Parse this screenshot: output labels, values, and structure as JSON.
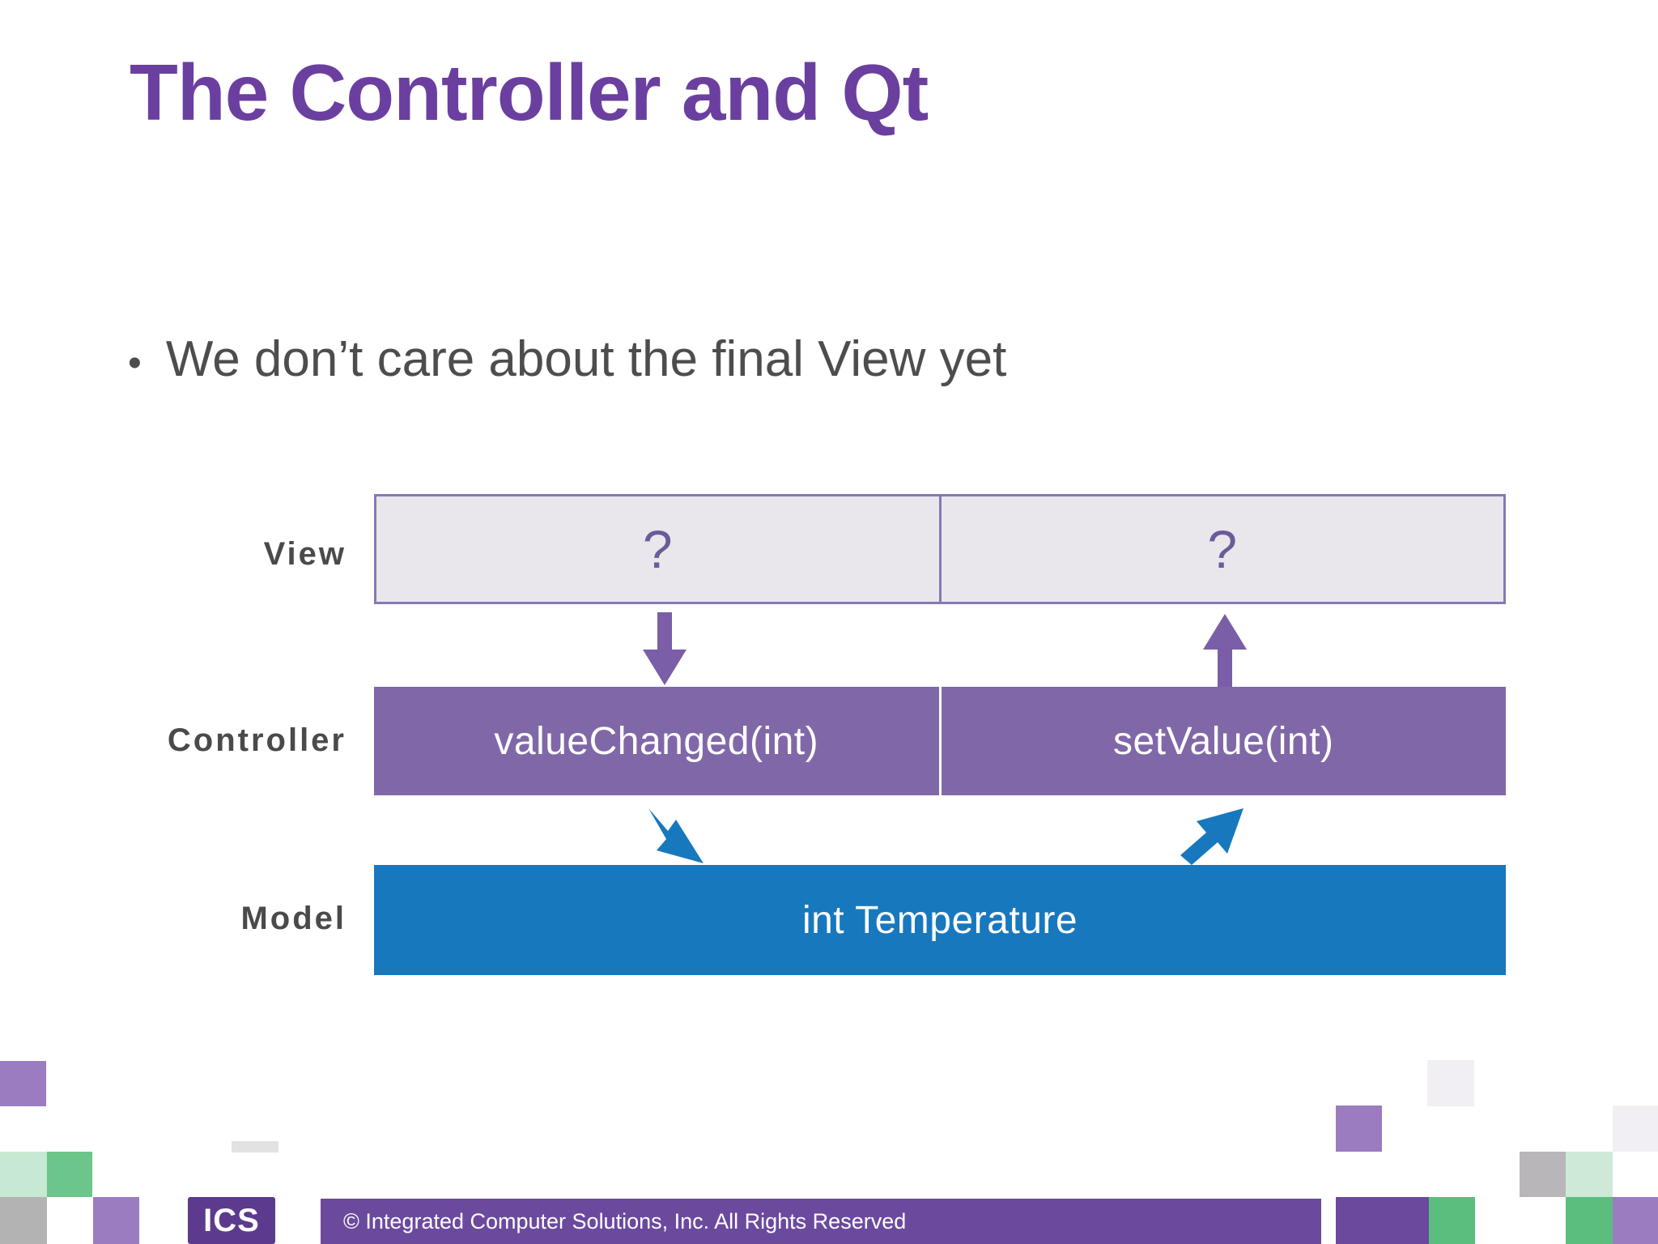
{
  "slide": {
    "title": "The Controller and Qt",
    "title_color": "#6B3FA0",
    "background": "#FFFFFF"
  },
  "bullets": [
    {
      "marker": "•",
      "text": "We don’t care about the final View yet"
    }
  ],
  "diagram": {
    "rows": [
      {
        "label": "View",
        "cells": [
          {
            "text": "?"
          },
          {
            "text": "?"
          }
        ],
        "fill": "#E9E7EB",
        "border": "#8878B4",
        "text_color": "#6B5B9A"
      },
      {
        "label": "Controller",
        "cells": [
          {
            "text": "valueChanged(int)"
          },
          {
            "text": "setValue(int)"
          }
        ],
        "fill": "#8068A8",
        "text_color": "#FFFFFF"
      },
      {
        "label": "Model",
        "cells": [
          {
            "text": "int Temperature"
          }
        ],
        "fill": "#1878BE",
        "text_color": "#FFFFFF"
      }
    ],
    "connectors": [
      {
        "name": "view-to-controller",
        "direction": "down",
        "color": "#7A5EA8"
      },
      {
        "name": "controller-to-view",
        "direction": "up",
        "color": "#7A5EA8"
      },
      {
        "name": "controller-to-model",
        "direction": "down-right",
        "color": "#1878BE"
      },
      {
        "name": "model-to-controller",
        "direction": "up-right",
        "color": "#1878BE"
      }
    ]
  },
  "footer": {
    "logo_text": "ICS",
    "copyright": "© Integrated Computer Solutions, Inc. All Rights Reserved",
    "bar_color": "#6B4A9E"
  },
  "decor": {
    "colors": {
      "purple_light": "#9B7CC0",
      "purple_dark": "#6B4A9E",
      "green": "#5BBE7E",
      "green_light": "#C7E8D2",
      "gray": "#B3B3B3",
      "off_white": "#F1EFF3"
    }
  }
}
